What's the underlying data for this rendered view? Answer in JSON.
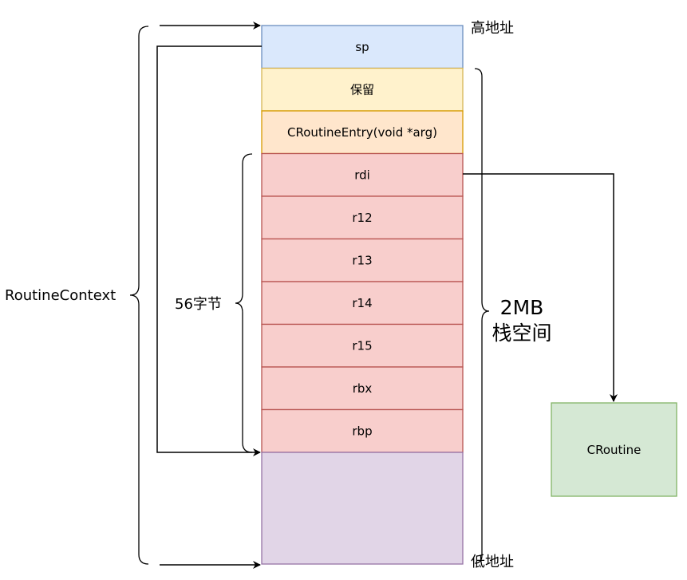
{
  "stack": {
    "cells": [
      {
        "label": "sp",
        "fill": "#dae8fc",
        "stroke": "#6c8ebf"
      },
      {
        "label": "保留",
        "fill": "#fff2cc",
        "stroke": "#d6b656"
      },
      {
        "label": "CRoutineEntry(void *arg)",
        "fill": "#ffe6cc",
        "stroke": "#d79b00"
      },
      {
        "label": "rdi",
        "fill": "#f8cecc",
        "stroke": "#b85450"
      },
      {
        "label": "r12",
        "fill": "#f8cecc",
        "stroke": "#b85450"
      },
      {
        "label": "r13",
        "fill": "#f8cecc",
        "stroke": "#b85450"
      },
      {
        "label": "r14",
        "fill": "#f8cecc",
        "stroke": "#b85450"
      },
      {
        "label": "r15",
        "fill": "#f8cecc",
        "stroke": "#b85450"
      },
      {
        "label": "rbx",
        "fill": "#f8cecc",
        "stroke": "#b85450"
      },
      {
        "label": "rbp",
        "fill": "#f8cecc",
        "stroke": "#b85450"
      }
    ],
    "bottom_region": {
      "label": "",
      "fill": "#e1d5e7",
      "stroke": "#9673a6"
    }
  },
  "labels": {
    "high_address": "高地址",
    "low_address": "低地址",
    "routine_context": "RoutineContext",
    "bytes_56": "56字节",
    "stack_size_line1": "2MB",
    "stack_size_line2": "栈空间"
  },
  "croutine_box": {
    "label": "CRoutine",
    "fill": "#d5e8d4",
    "stroke": "#82b366"
  },
  "colors": {
    "line": "#000000",
    "brace": "#000000"
  }
}
